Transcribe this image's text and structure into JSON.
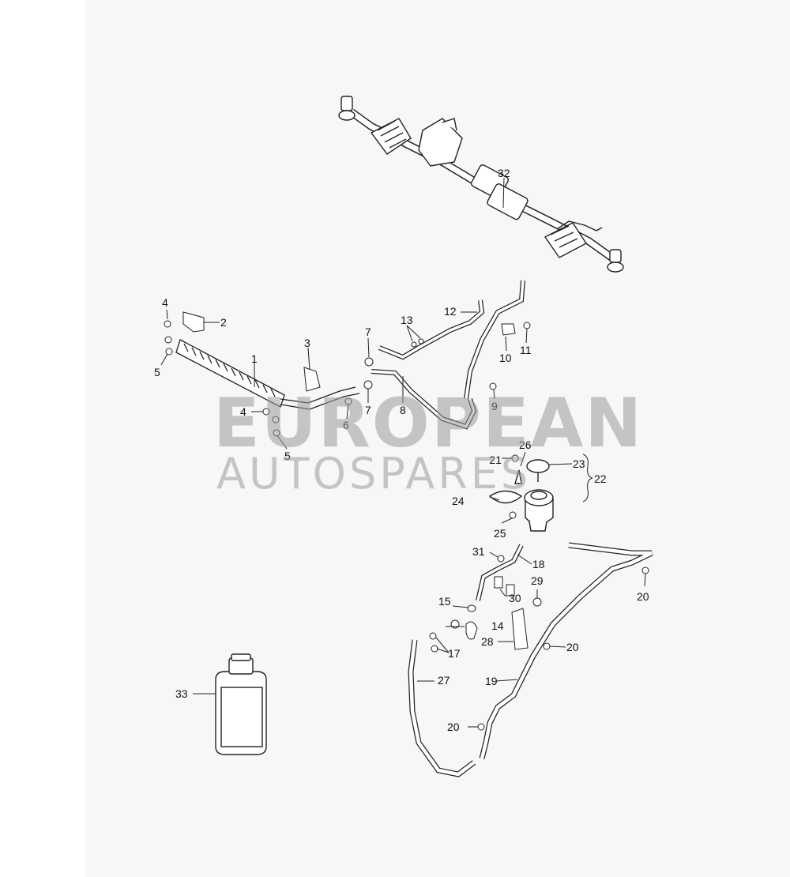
{
  "watermark": {
    "line1": "EUROPEAN",
    "line2": "AUTOSPARES"
  },
  "callouts": [
    {
      "id": "c1",
      "label": "1"
    },
    {
      "id": "c2",
      "label": "2"
    },
    {
      "id": "c3",
      "label": "3"
    },
    {
      "id": "c4a",
      "label": "4"
    },
    {
      "id": "c4b",
      "label": "4"
    },
    {
      "id": "c5a",
      "label": "5"
    },
    {
      "id": "c5b",
      "label": "5"
    },
    {
      "id": "c6",
      "label": "6"
    },
    {
      "id": "c7a",
      "label": "7"
    },
    {
      "id": "c7b",
      "label": "7"
    },
    {
      "id": "c8",
      "label": "8"
    },
    {
      "id": "c9",
      "label": "9"
    },
    {
      "id": "c10",
      "label": "10"
    },
    {
      "id": "c11",
      "label": "11"
    },
    {
      "id": "c12",
      "label": "12"
    },
    {
      "id": "c13",
      "label": "13"
    },
    {
      "id": "c14",
      "label": "14"
    },
    {
      "id": "c15",
      "label": "15"
    },
    {
      "id": "c17",
      "label": "17"
    },
    {
      "id": "c18",
      "label": "18"
    },
    {
      "id": "c19",
      "label": "19"
    },
    {
      "id": "c20a",
      "label": "20"
    },
    {
      "id": "c20b",
      "label": "20"
    },
    {
      "id": "c20c",
      "label": "20"
    },
    {
      "id": "c21",
      "label": "21"
    },
    {
      "id": "c22",
      "label": "22"
    },
    {
      "id": "c23",
      "label": "23"
    },
    {
      "id": "c24",
      "label": "24"
    },
    {
      "id": "c25",
      "label": "25"
    },
    {
      "id": "c26",
      "label": "26"
    },
    {
      "id": "c27",
      "label": "27"
    },
    {
      "id": "c28",
      "label": "28"
    },
    {
      "id": "c29",
      "label": "29"
    },
    {
      "id": "c30",
      "label": "30"
    },
    {
      "id": "c31",
      "label": "31"
    },
    {
      "id": "c32",
      "label": "32"
    },
    {
      "id": "c33",
      "label": "33"
    }
  ]
}
